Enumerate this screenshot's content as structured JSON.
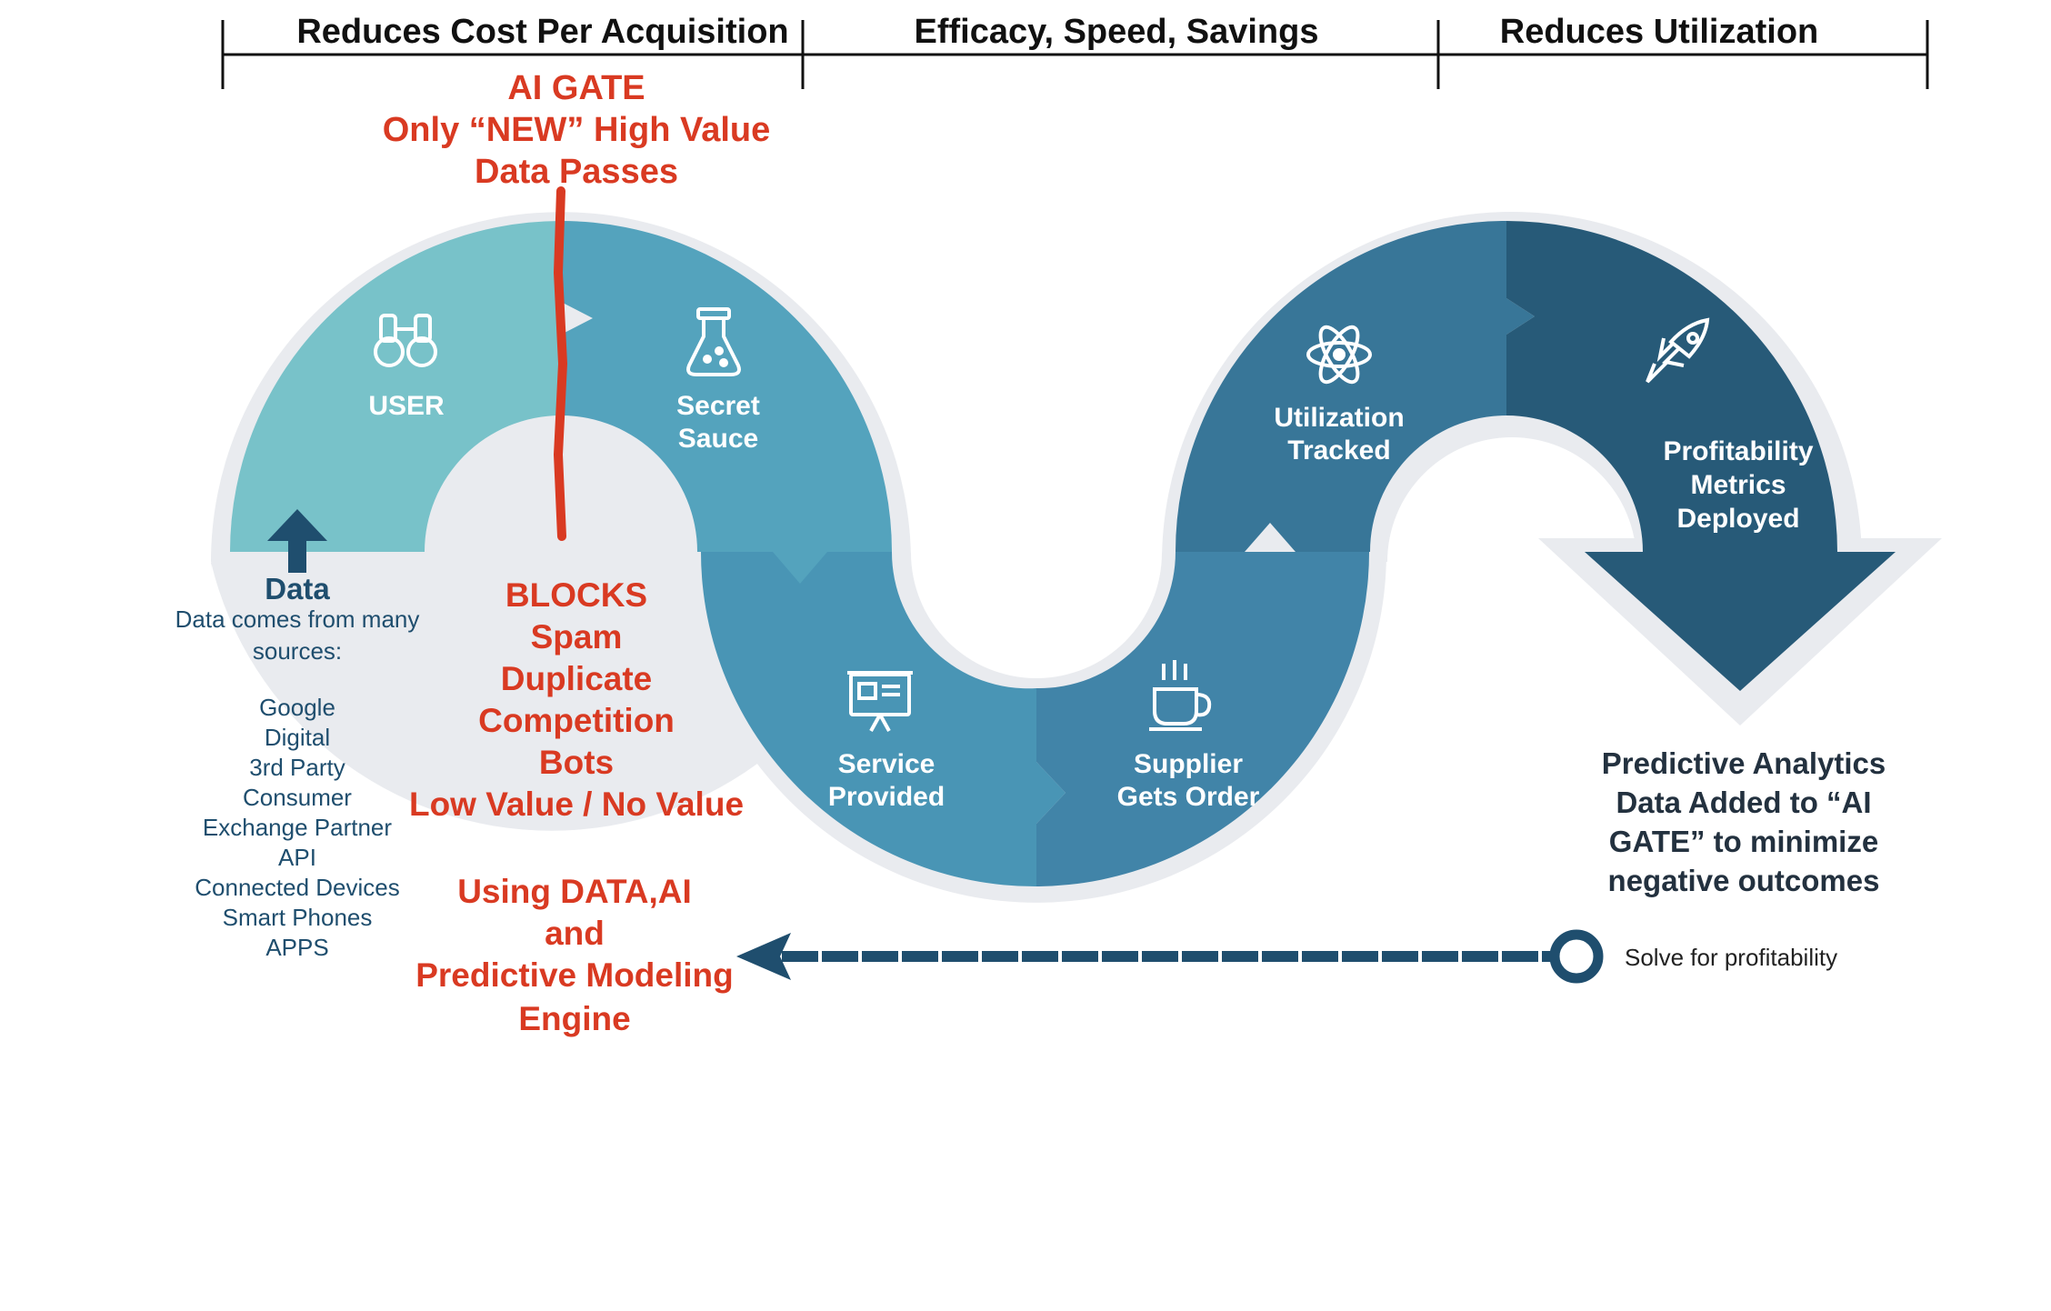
{
  "headers": {
    "left": "Reduces Cost Per Acquisition",
    "middle": "Efficacy, Speed, Savings",
    "right": "Reduces Utilization"
  },
  "ai_gate": {
    "title": "AI GATE",
    "line2": "Only “NEW” High Value",
    "line3": "Data Passes"
  },
  "stages": {
    "user": {
      "line1": "USER",
      "icon": "binoculars-icon"
    },
    "secret_sauce": {
      "line1": "Secret",
      "line2": "Sauce",
      "icon": "flask-icon"
    },
    "service_provided": {
      "line1": "Service",
      "line2": "Provided",
      "icon": "presentation-board-icon"
    },
    "supplier_gets_order": {
      "line1": "Supplier",
      "line2": "Gets Order",
      "icon": "coffee-cup-icon"
    },
    "utilization_tracked": {
      "line1": "Utilization",
      "line2": "Tracked",
      "icon": "atom-icon"
    },
    "profitability": {
      "line1": "Profitability",
      "line2": "Metrics",
      "line3": "Deployed",
      "icon": "rocket-icon"
    }
  },
  "data_block": {
    "title": "Data",
    "desc1": "Data comes from many",
    "desc2": "sources:",
    "sources": [
      "Google",
      "Digital",
      "3rd Party",
      "Consumer",
      "Exchange Partner",
      "API",
      "Connected Devices",
      "Smart Phones",
      "APPS"
    ]
  },
  "blocks": {
    "title": "BLOCKS",
    "items": [
      "Spam",
      "Duplicate",
      "Competition",
      "Bots",
      "Low Value / No Value"
    ]
  },
  "engine": {
    "line1": "Using DATA,AI",
    "line2": "and",
    "line3": "Predictive Modeling",
    "line4": "Engine"
  },
  "predictive": {
    "line1": "Predictive Analytics",
    "line2": "Data Added to “AI",
    "line3": "GATE” to minimize",
    "line4": "negative outcomes"
  },
  "solve_label": "Solve for profitability",
  "colors": {
    "seg1": "#78c2c9",
    "seg2": "#54a3bd",
    "seg3": "#4995b5",
    "seg4": "#4184a8",
    "seg5": "#387698",
    "seg6": "#275a78",
    "red": "#d93a22",
    "navy": "#1f4e6e"
  }
}
